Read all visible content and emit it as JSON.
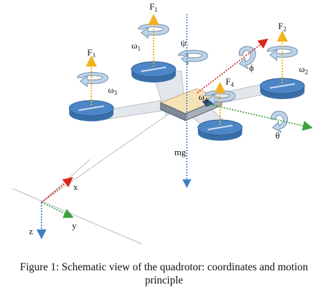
{
  "labels": {
    "F1": {
      "main": "F",
      "sub": "1"
    },
    "F2": {
      "main": "F",
      "sub": "2"
    },
    "F3": {
      "main": "F",
      "sub": "3"
    },
    "F4": {
      "main": "F",
      "sub": "4"
    },
    "w1": {
      "main": "ω",
      "sub": "1"
    },
    "w2": {
      "main": "ω",
      "sub": "2"
    },
    "w3": {
      "main": "ω",
      "sub": "3"
    },
    "w4": {
      "main": "ω",
      "sub": "4"
    },
    "psi": "ψ",
    "phi": "ϕ",
    "theta": "θ",
    "mg": "mg",
    "x": "x",
    "y": "y",
    "z": "z"
  },
  "caption": "Figure 1: Schematic view of the quadrotor: coordinates and motion principle",
  "colors": {
    "rotor_top": "#4d86c6",
    "rotor_side": "#3a6ea8",
    "rotor_stripe": "#cfe0f2",
    "arm": "#e3e7ec",
    "body": "#f6e2b8",
    "force_arrow": "#f2b21c",
    "x_axis": "#d9261c",
    "y_axis": "#3aa33a",
    "z_axis": "#3b82c4",
    "spin_arrow": "#bfd3e6"
  }
}
